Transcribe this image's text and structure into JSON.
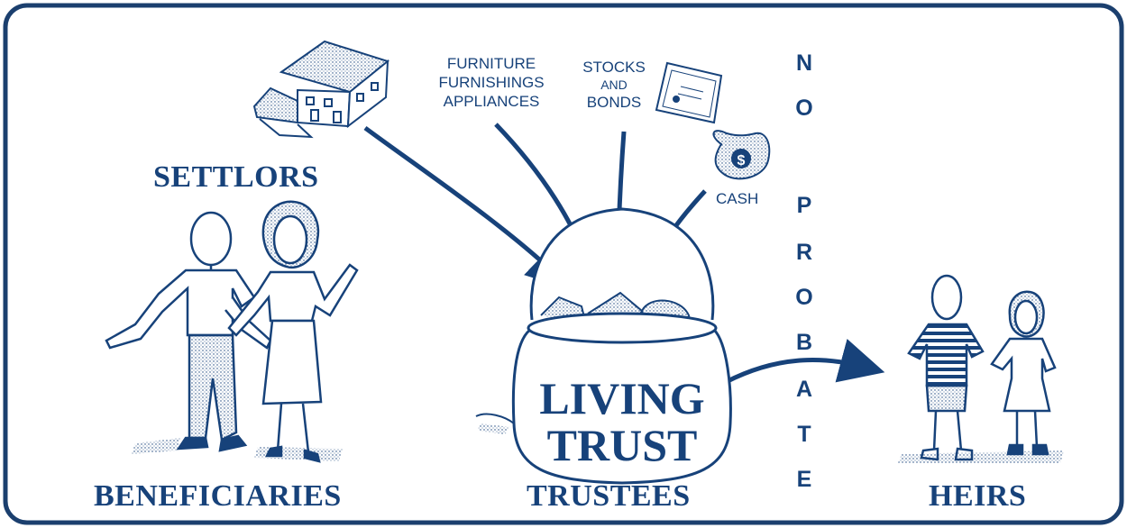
{
  "labels": {
    "settlors": "SETTLORS",
    "beneficiaries": "BENEFICIARIES",
    "trustees": "TRUSTEES",
    "heirs": "HEIRS",
    "furniture": [
      "FURNITURE",
      "FURNISHINGS",
      "APPLIANCES"
    ],
    "stocks": [
      "STOCKS",
      "AND",
      "BONDS"
    ],
    "cash": "CASH",
    "trust": [
      "LIVING",
      "TRUST"
    ]
  },
  "no_probate": [
    "N",
    "O",
    "P",
    "R",
    "O",
    "B",
    "A",
    "T",
    "E"
  ],
  "colors": {
    "ink": "#17427a",
    "border": "#1b3f6e",
    "background": "#ffffff"
  }
}
